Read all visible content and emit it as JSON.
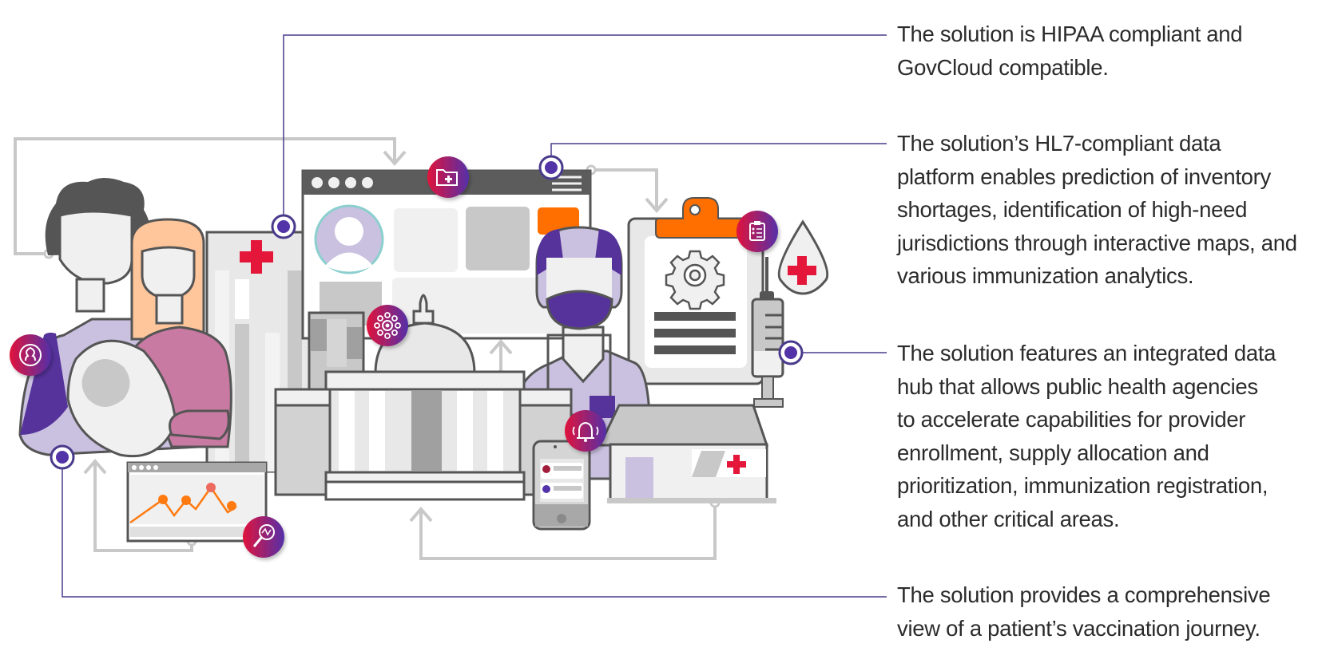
{
  "diagram": {
    "title": "",
    "colors": {
      "connector_purple": "#4a3a8c",
      "marker_fill": "#5333a8",
      "gray_connector": "#c8c8c8",
      "outline": "#555555",
      "orange_accent": "#ff6f00",
      "red_cross": "#e4173a",
      "lavender": "#cac1e0",
      "deep_purple": "#55339b",
      "pink_shirt": "#c97aa2",
      "peach_hair": "#ffc59b",
      "badge_gradient_start": "#e0143c",
      "badge_gradient_end": "#5530a8"
    },
    "callouts": [
      {
        "id": "hipaa",
        "text": "The solution is HIPAA compliant and GovCloud compatible.",
        "lines": [
          "The solution is HIPAA compliant and",
          "GovCloud compatible."
        ],
        "anchor": "hospital-building"
      },
      {
        "id": "hl7",
        "text": "The solution’s HL7-compliant data platform enables prediction of inventory shortages, identification of high-need jurisdictions through interactive maps, and various immunization analytics.",
        "lines": [
          "The solution’s HL7-compliant data",
          "platform enables prediction of inventory",
          "shortages, identification of high-need",
          "jurisdictions through interactive maps, and",
          "various immunization analytics."
        ],
        "anchor": "dashboard-window"
      },
      {
        "id": "hub",
        "text": "The solution features an integrated data hub that allows public health agencies to accelerate capabilities for provider enrollment, supply allocation and prioritization, immunization registration, and other critical areas.",
        "lines": [
          "The solution features an integrated data",
          "hub that allows public health agencies",
          "to accelerate capabilities for provider",
          "enrollment, supply allocation and",
          "prioritization, immunization registration,",
          "and other critical areas."
        ],
        "anchor": "syringe"
      },
      {
        "id": "journey",
        "text": "The solution provides a comprehensive view of a patient’s vaccination journey.",
        "lines": [
          "The solution provides a comprehensive",
          "view of a patient’s vaccination journey."
        ],
        "anchor": "family-patients"
      }
    ],
    "badges": [
      {
        "name": "patient-profile-icon",
        "glyph": "user-circle"
      },
      {
        "name": "medical-folder-icon",
        "glyph": "folder-plus"
      },
      {
        "name": "virus-network-icon",
        "glyph": "virus-hub"
      },
      {
        "name": "clipboard-checklist-icon",
        "glyph": "clipboard-list"
      },
      {
        "name": "notification-bell-icon",
        "glyph": "bell-ringing"
      },
      {
        "name": "analytics-search-icon",
        "glyph": "magnifier-chart"
      }
    ],
    "elements": [
      "family-patients",
      "hospital-building",
      "dashboard-window",
      "capitol-building",
      "healthcare-worker",
      "clipboard",
      "blood-drop",
      "syringe",
      "mobile-phone",
      "clinic",
      "analytics-chart-window"
    ]
  }
}
